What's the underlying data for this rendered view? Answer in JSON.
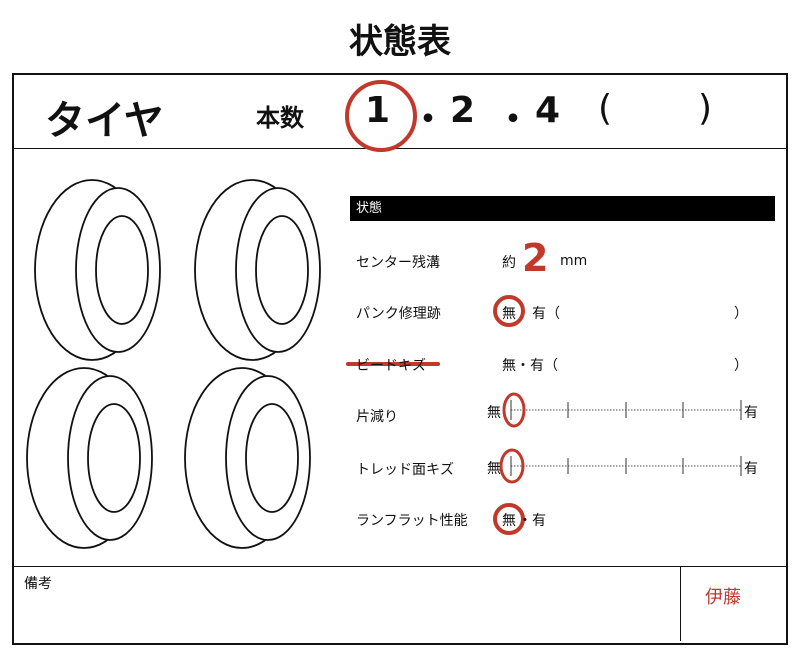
{
  "title": "状態表",
  "header": {
    "item": "タイヤ",
    "count_label": "本数",
    "options": [
      "1",
      "・",
      "2",
      "・",
      "4",
      "(",
      ")"
    ],
    "selected": "1"
  },
  "section_label": "状態",
  "rows": {
    "center_groove": {
      "label": "センター残溝",
      "prefix": "約",
      "value": "2",
      "unit": "mm"
    },
    "puncture": {
      "label": "パンク修理跡",
      "none": "無",
      "yes": "有（",
      "close": "）",
      "selected": "無"
    },
    "bead": {
      "label": "ビードキズ",
      "struck": true,
      "none_yes": "無・有（",
      "close": "）"
    },
    "uneven": {
      "label": "片減り",
      "none": "無",
      "yes": "有",
      "level": 0
    },
    "tread": {
      "label": "トレッド面キズ",
      "none": "無",
      "yes": "有",
      "level": 0
    },
    "runflat": {
      "label": "ランフラット性能",
      "none": "無",
      "sep": "・有",
      "selected": "無"
    }
  },
  "footer": {
    "remarks_label": "備考",
    "signature": "伊藤"
  },
  "colors": {
    "mark": "#c0392b"
  }
}
